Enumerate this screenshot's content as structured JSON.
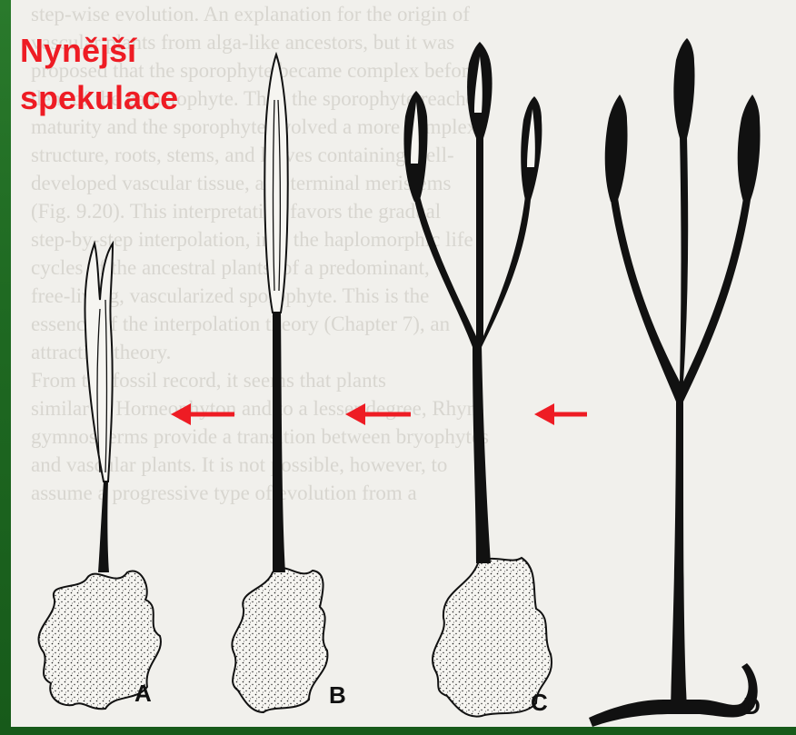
{
  "slide": {
    "title_line1": "Nynější",
    "title_line2": "spekulace"
  },
  "labels": [
    "A",
    "B",
    "C",
    "D"
  ],
  "background_text": [
    "step-wise evolution. An explanation for the origin of",
    "vascular plants from alga-like ancestors, but it was",
    "proposed that the sporophyte became complex before",
    "dent of the gametophyte. Then the sporophyte reached",
    "maturity and the sporophyte evolved a more complex",
    "structure, roots, stems, and leaves containing well-",
    "developed vascular tissue, and terminal meristems",
    "(Fig. 9.20). This interpretation favors the gradual",
    "step-by-step interpolation, into the haplomorphic life",
    "cycles of the ancestral plants, of a predominant,",
    "free-living, vascularized sporophyte. This is the",
    "essence of the interpolation theory (Chapter 7), an",
    "attractive theory.",
    "    From the fossil record, it seems that plants",
    "similar to Horneophyton and to a lesser degree, Rhyn-",
    "gymnosperms provide a transition between bryophytes",
    "and vascular plants. It is not possible, however, to",
    "assume a progressive type of evolution from a"
  ],
  "colors": {
    "frame_green": "#1f6a22",
    "title_red": "#ee1c24",
    "arrow_red": "#ee1c24",
    "page": "#f1f0ec",
    "ink": "#111111"
  }
}
